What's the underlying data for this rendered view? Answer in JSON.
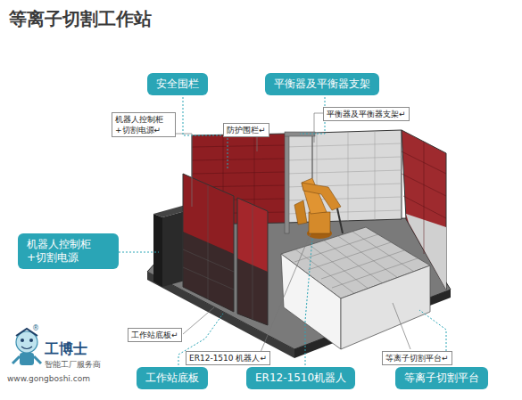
{
  "diagram": {
    "title": "等离子切割工作站",
    "nodes": [
      {
        "text": [
          "安全围栏"
        ]
      },
      {
        "text": [
          "平衡器及平衡器支架"
        ]
      },
      {
        "text": [
          "机器人控制柜+切割电源↵"
        ]
      },
      {
        "text": [
          "防护围栏↵"
        ]
      },
      {
        "text": [
          "平衡器及平衡器支架↵"
        ]
      },
      {
        "text": [
          "机器人控制柜+切割电源"
        ]
      },
      {
        "text": [
          "工作站底板↵"
        ]
      },
      {
        "text": [
          "ER12-1510 机器人↵"
        ]
      },
      {
        "text": [
          "等离子切割平台↵"
        ]
      },
      {
        "text": [
          "工作站底板"
        ]
      },
      {
        "text": [
          "ER12-1510机器人"
        ]
      },
      {
        "text": [
          "等离子切割平台"
        ]
      }
    ],
    "edges": [],
    "labels": [
      "®",
      "工博士",
      "智能工厂服务商",
      "www.gongboshi.com"
    ]
  }
}
